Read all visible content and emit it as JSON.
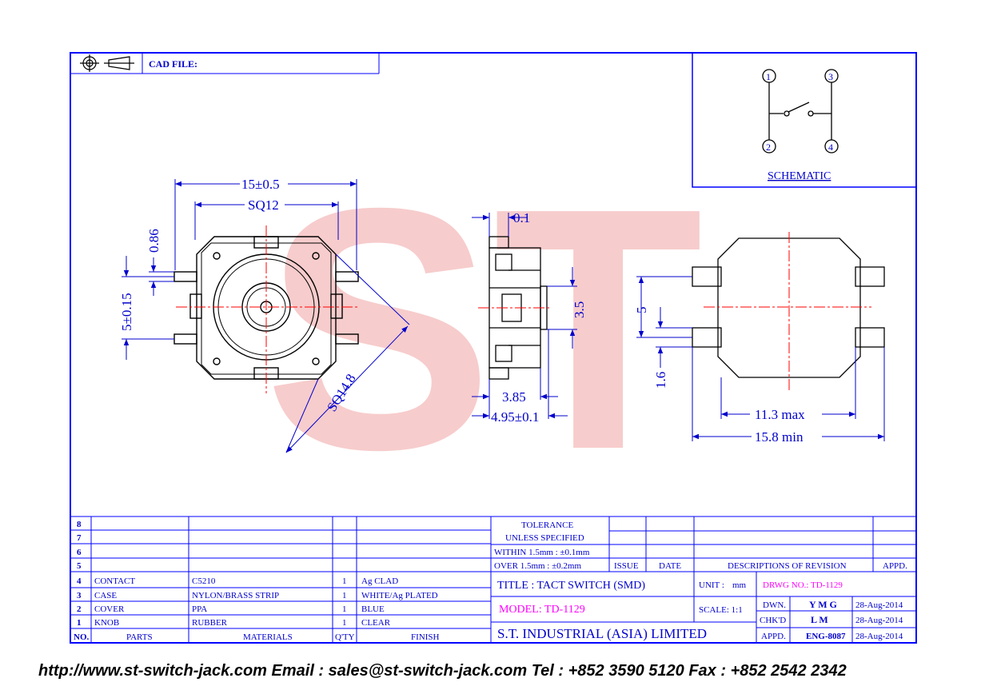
{
  "header": {
    "cad_file_label": "CAD FILE:"
  },
  "schematic": {
    "title": "SCHEMATIC",
    "pins": [
      "1",
      "3",
      "2",
      "4"
    ]
  },
  "watermark": {
    "letters": "ST"
  },
  "dims": {
    "d15": "15±0.5",
    "sq12": "SQ12",
    "d086": "0.86",
    "d515": "5±0.15",
    "sq148": "SQ14.8",
    "d01": "0.1",
    "d35": "3.5",
    "d385": "3.85",
    "d495": "4.95±0.1",
    "d5": "5",
    "d16": "1.6",
    "d113": "11.3 max",
    "d158": "15.8 min"
  },
  "parts_table": {
    "empty_rows": [
      "8",
      "7",
      "6",
      "5"
    ],
    "rows": [
      {
        "no": "4",
        "part": "CONTACT",
        "material": "C5210",
        "qty": "1",
        "finish": "Ag CLAD"
      },
      {
        "no": "3",
        "part": "CASE",
        "material": "NYLON/BRASS STRIP",
        "qty": "1",
        "finish": "WHITE/Ag PLATED"
      },
      {
        "no": "2",
        "part": "COVER",
        "material": "PPA",
        "qty": "1",
        "finish": "BLUE"
      },
      {
        "no": "1",
        "part": "KNOB",
        "material": "RUBBER",
        "qty": "1",
        "finish": "CLEAR"
      }
    ],
    "headers": {
      "no": "NO.",
      "parts": "PARTS",
      "materials": "MATERIALS",
      "qty": "Q'TY",
      "finish": "FINISH"
    }
  },
  "tolerance": {
    "line1": "TOLERANCE",
    "line2": "UNLESS   SPECIFIED",
    "within": "WITHIN  1.5mm : ±0.1mm",
    "over": "OVER    1.5mm : ±0.2mm"
  },
  "revision": {
    "issue": "ISSUE",
    "date": "DATE",
    "desc": "DESCRIPTIONS  OF  REVISION",
    "appd": "APPD."
  },
  "title_block": {
    "title": "TITLE : TACT SWITCH (SMD)",
    "unit_label": "UNIT :",
    "unit": "mm",
    "drwg": "DRWG NO.: TD-1129",
    "model": "MODEL: TD-1129",
    "scale": "SCALE:  1:1",
    "company": "S.T.  INDUSTRIAL  (ASIA)  LIMITED",
    "dwn_label": "DWN.",
    "dwn": "Y M G",
    "dwn_date": "28-Aug-2014",
    "chk_label": "CHK'D",
    "chk": "L M",
    "chk_date": "28-Aug-2014",
    "appd_label": "APPD.",
    "appd": "ENG-8087",
    "appd_date": "28-Aug-2014"
  },
  "footer": {
    "text": "http://www.st-switch-jack.com  Email : sales@st-switch-jack.com  Tel : +852 3590 5120  Fax : +852 2542 2342"
  },
  "colors": {
    "frame": "#0000ff",
    "ink": "#000000",
    "center": "#ff0000",
    "watermark": "#f4b8b8"
  }
}
